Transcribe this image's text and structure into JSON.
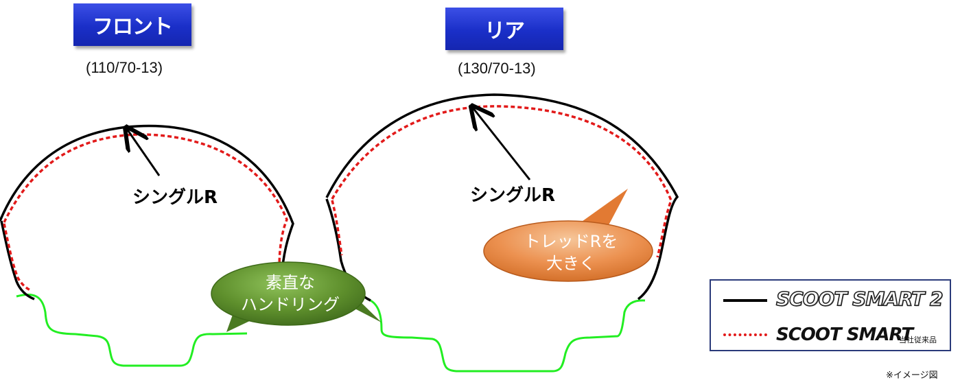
{
  "front": {
    "title": "フロント",
    "size": "(110/70-13)",
    "radius_label": "シングルR",
    "callout": [
      "素直な",
      "ハンドリング"
    ]
  },
  "rear": {
    "title": "リア",
    "size": "(130/70-13)",
    "radius_label": "シングルR",
    "callout": [
      "トレッドRを",
      "大きく"
    ]
  },
  "legend": {
    "new_product": "SCOOT SMART 2",
    "old_product": "SCOOT SMART",
    "old_note": "当社従来品"
  },
  "caption": "※イメージ図",
  "colors": {
    "new_profile": "#000000",
    "old_profile": "#e21a1a",
    "rim": "#22ee22",
    "title_bg": "#1a2fc8",
    "callout_green": "#5a8a2a",
    "callout_orange": "#e0803a"
  }
}
